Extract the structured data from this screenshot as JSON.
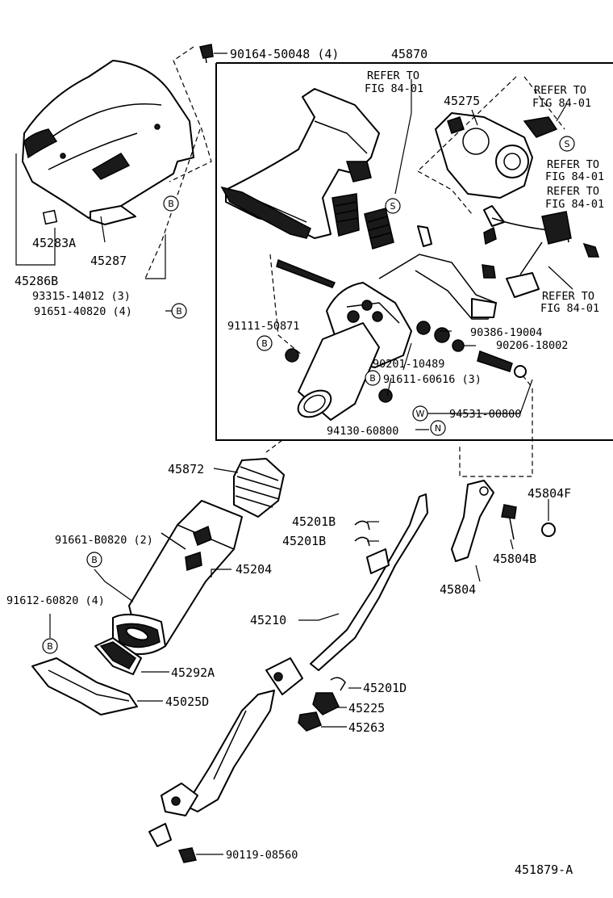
{
  "labels": {
    "p90164": "90164-50048 (4)",
    "p45870": "45870",
    "refer1": "REFER TO",
    "fig1": "FIG 84-01",
    "p45275": "45275",
    "refer2": "REFER TO",
    "fig2": "FIG 84-01",
    "refer3": "REFER TO",
    "fig3": "FIG 84-01",
    "refer4": "REFER TO",
    "fig4": "FIG 84-01",
    "refer5": "REFER TO",
    "fig5": "FIG 84-01",
    "p45283A": "45283A",
    "p45287": "45287",
    "p45286B": "45286B",
    "p93315": "93315-14012 (3)",
    "p91651": "91651-40820 (4)",
    "p91111": "91111-50871",
    "p90386": "90386-19004",
    "p90206": "90206-18002",
    "p90201": "90201-10489",
    "p91611": "91611-60616 (3)",
    "p94531": "94531-00800",
    "p94130": "94130-60800",
    "p45872": "45872",
    "p45804F": "45804F",
    "p45201B_1": "45201B",
    "p45201B_2": "45201B",
    "p91661": "91661-B0820 (2)",
    "p45204": "45204",
    "p45804B": "45804B",
    "p45804": "45804",
    "p91612": "91612-60820 (4)",
    "p45210": "45210",
    "p45292A": "45292A",
    "p45201D": "45201D",
    "p45025D": "45025D",
    "p45225": "45225",
    "p45263": "45263",
    "p90119": "90119-08560",
    "diagram_id": "451879-A"
  },
  "markers": {
    "b": "B",
    "s": "S",
    "w": "W",
    "n": "N"
  }
}
